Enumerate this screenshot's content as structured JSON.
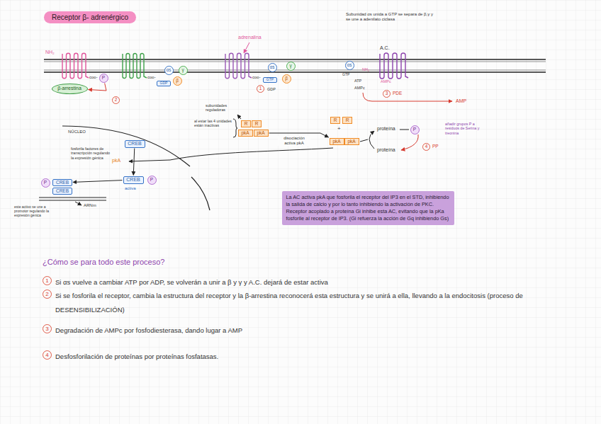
{
  "diagram": {
    "title": "Receptor β- adrenérgico",
    "nodes": [
      {
        "text": [
          "β-arrestina"
        ]
      },
      {
        "text": [
          "P"
        ]
      },
      {
        "text": [
          "αs"
        ]
      },
      {
        "text": [
          "γ"
        ]
      },
      {
        "text": [
          "β"
        ]
      },
      {
        "text": [
          "GDP"
        ]
      },
      {
        "text": [
          "αs"
        ]
      },
      {
        "text": [
          "γ"
        ]
      },
      {
        "text": [
          "β"
        ]
      },
      {
        "text": [
          "GTP"
        ]
      },
      {
        "text": [
          "αs"
        ]
      },
      {
        "text": [
          "R"
        ]
      },
      {
        "text": [
          "R"
        ]
      },
      {
        "text": [
          "pkA"
        ]
      },
      {
        "text": [
          "pkA"
        ]
      },
      {
        "text": [
          "R"
        ]
      },
      {
        "text": [
          "R"
        ]
      },
      {
        "text": [
          "pkA"
        ]
      },
      {
        "text": [
          "pkA"
        ]
      },
      {
        "text": [
          "CREB"
        ]
      },
      {
        "text": [
          "CREB"
        ]
      },
      {
        "text": [
          "P"
        ]
      },
      {
        "text": [
          "P"
        ]
      },
      {
        "text": [
          "CREB"
        ]
      },
      {
        "text": [
          "CREB"
        ]
      },
      {
        "text": [
          "La AC activa pkA que fosforila el receptor del IP3 en el STD, inhibiendo la salida de calcio y por lo tanto inhibiendo la activación de PKC. Receptor acoplado a proteína Gi inhibe esta AC, evitando que la pKa fosforile al receptor de IP3. (Gi refuerza la acción de Gq inhibiendo Gs)"
        ]
      },
      {
        "text": [
          "P"
        ]
      }
    ],
    "edges": [
      {
        "from": 1,
        "to": 0,
        "arrow": "to"
      },
      {
        "from": 14,
        "to": 17,
        "label": "disociación activa pkA",
        "arrow": "to"
      },
      {
        "from": 19,
        "to": 20,
        "arrow": "to"
      },
      {
        "from": 20,
        "to": 23,
        "arrow": "to"
      }
    ],
    "labels": [
      "NH₂",
      "coo-",
      "2",
      "coo-",
      "adrenalina",
      "coo-",
      "1",
      "GDP",
      "Subunidad αs unida a GTP se separa de β,γ y se une a adenilato ciclasa",
      "A.C.",
      "NH₂",
      "GTP",
      "ATP",
      "AMPc",
      "AMPc",
      "3",
      "PDE",
      "AMP",
      "subunidades reguladoras",
      "al estar las 4 unidades están inactivas",
      "+",
      "proteína",
      "proteína",
      "4",
      "PP",
      "añadir grupos P a residuos de Serina y treonina",
      "NÚCLEO",
      "fosforila factores de transcripción regulando la expresión génica",
      "pkA",
      "activa",
      "ARNm",
      "este activo se une a promotor regulando la expresión génica",
      "¿Cómo se para todo este proceso?",
      "1",
      "Si αs vuelve a cambiar ATP por ADP, se volverán a unir a β y γ y A.C. dejará de estar activa",
      "2",
      "Si se fosforila el receptor, cambia la estructura del receptor y la β-arrestina reconocerá esta estructura y se unirá a ella, llevando a la endocitosis (proceso de DESENSIBILIZACIÓN)",
      "3",
      "Degradación de AMPc por fosfodiesterasa, dando lugar a AMP",
      "4",
      "Desfosforilación de proteínas por proteínas fosfatasas."
    ]
  }
}
